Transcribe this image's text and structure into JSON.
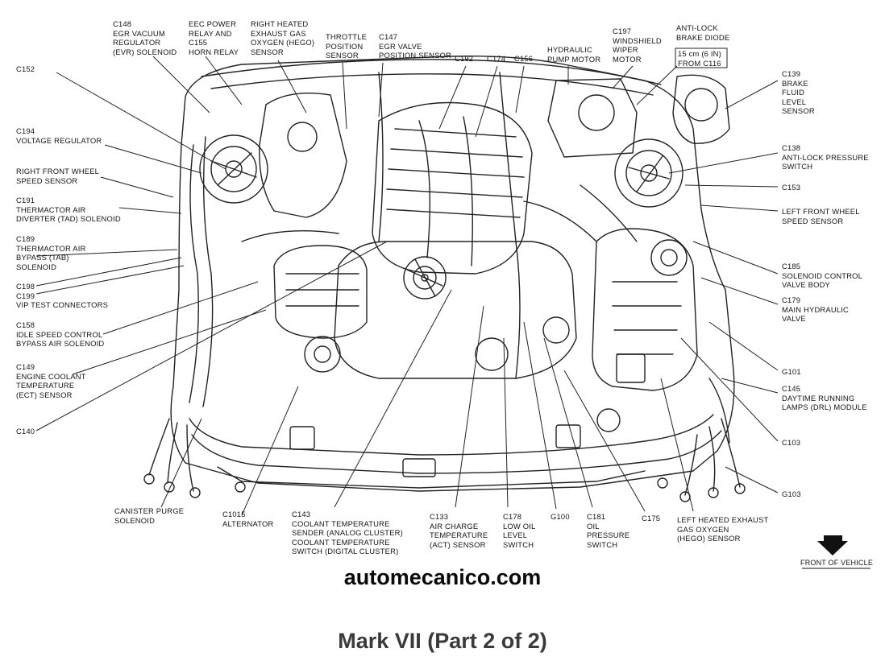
{
  "watermark": "automecanico.com",
  "caption": "Mark VII (Part 2 of 2)",
  "front_label": "FRONT OF VEHICLE",
  "callouts": {
    "c148": "C148\nEGR VACUUM\nREGULATOR\n(EVR) SOLENOID",
    "eec": "EEC POWER\nRELAY AND\nC155\nHORN RELAY",
    "hego_right": "RIGHT HEATED\nEXHAUST GAS\nOXYGEN (HEGO)\nSENSOR",
    "throttle": "THROTTLE\nPOSITION\nSENSOR",
    "c147": "C147\nEGR VALVE\nPOSITION SENSOR",
    "c192": "C192",
    "c174": "C174",
    "c156": "C156",
    "hydraulic_pump": "HYDRAULIC\nPUMP MOTOR",
    "c197": "C197\nWINDSHIELD\nWIPER\nMOTOR",
    "antilock_diode": "ANTI-LOCK\nBRAKE DIODE",
    "from_c116": "15 cm (6 IN)\nFROM C116",
    "c152": "C152",
    "c139": "C139\nBRAKE\nFLUID\nLEVEL\nSENSOR",
    "c194": "C194\nVOLTAGE REGULATOR",
    "c138": "C138\nANTI-LOCK PRESSURE\nSWITCH",
    "rf_wheel": "RIGHT FRONT WHEEL\nSPEED SENSOR",
    "c153": "C153",
    "c191": "C191\nTHERMACTOR AIR\nDIVERTER (TAD) SOLENOID",
    "lf_wheel": "LEFT FRONT WHEEL\nSPEED SENSOR",
    "c189": "C189\nTHERMACTOR AIR\nBYPASS (TAB)\nSOLENOID",
    "c185": "C185\nSOLENOID CONTROL\nVALVE BODY",
    "c198": "C198\nC199\nVIP TEST CONNECTORS",
    "c179": "C179\nMAIN HYDRAULIC\nVALVE",
    "c158": "C158\nIDLE SPEED CONTROL\nBYPASS AIR SOLENOID",
    "c149": "C149\nENGINE COOLANT\nTEMPERATURE\n(ECT) SENSOR",
    "g101": "G101",
    "c145": "C145\nDAYTIME RUNNING\nLAMPS (DRL) MODULE",
    "c140": "C140",
    "c103": "C103",
    "g103": "G103",
    "canister": "CANISTER PURGE\nSOLENOID",
    "c1015": "C1015\nALTERNATOR",
    "c143": "C143\nCOOLANT TEMPERATURE\nSENDER (ANALOG CLUSTER)\nCOOLANT TEMPERATURE\nSWITCH (DIGITAL CLUSTER)",
    "c133": "C133\nAIR CHARGE\nTEMPERATURE\n(ACT) SENSOR",
    "c178": "C178\nLOW OIL\nLEVEL\nSWITCH",
    "g100": "G100",
    "c181": "C181\nOIL\nPRESSURE\nSWITCH",
    "c175": "C175",
    "hego_left": "LEFT HEATED EXHAUST\nGAS OXYGEN\n(HEGO) SENSOR"
  }
}
